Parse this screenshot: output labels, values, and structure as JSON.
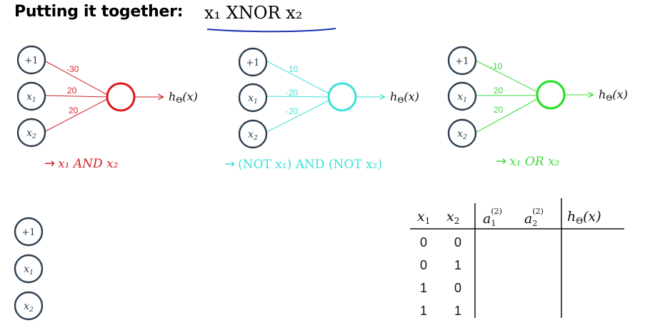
{
  "title": {
    "prefix": "Putting it together:",
    "math": "x₁ XNOR x₂"
  },
  "networks": [
    {
      "color": "#d0232a",
      "output_color": "#e0161e",
      "weights": [
        "-30",
        "20",
        "20"
      ],
      "inputs": [
        "+1",
        "x1",
        "x2"
      ],
      "output": "hΘ(x)",
      "label": "x₁ AND x₂"
    },
    {
      "color": "#3fe0d6",
      "output_color": "#3fe0d6",
      "weights": [
        "10",
        "-20",
        "-20"
      ],
      "inputs": [
        "+1",
        "x1",
        "x2"
      ],
      "output": "hΘ(x)",
      "label": "(NOT x₁) AND (NOT x₂)"
    },
    {
      "color": "#3ddb3d",
      "output_color": "#1fe01f",
      "weights": [
        "-10",
        "20",
        "20"
      ],
      "inputs": [
        "+1",
        "x1",
        "x2"
      ],
      "output": "hΘ(x)",
      "label": "x₁ OR x₂"
    }
  ],
  "bottom_inputs": [
    "+1",
    "x1",
    "x2"
  ],
  "table": {
    "headers": [
      "x₁",
      "x₂",
      "a₁⁽²⁾",
      "a₂⁽²⁾",
      "hΘ(x)"
    ],
    "rows": [
      [
        "0",
        "0"
      ],
      [
        "0",
        "1"
      ],
      [
        "1",
        "0"
      ],
      [
        "1",
        "1"
      ]
    ]
  }
}
